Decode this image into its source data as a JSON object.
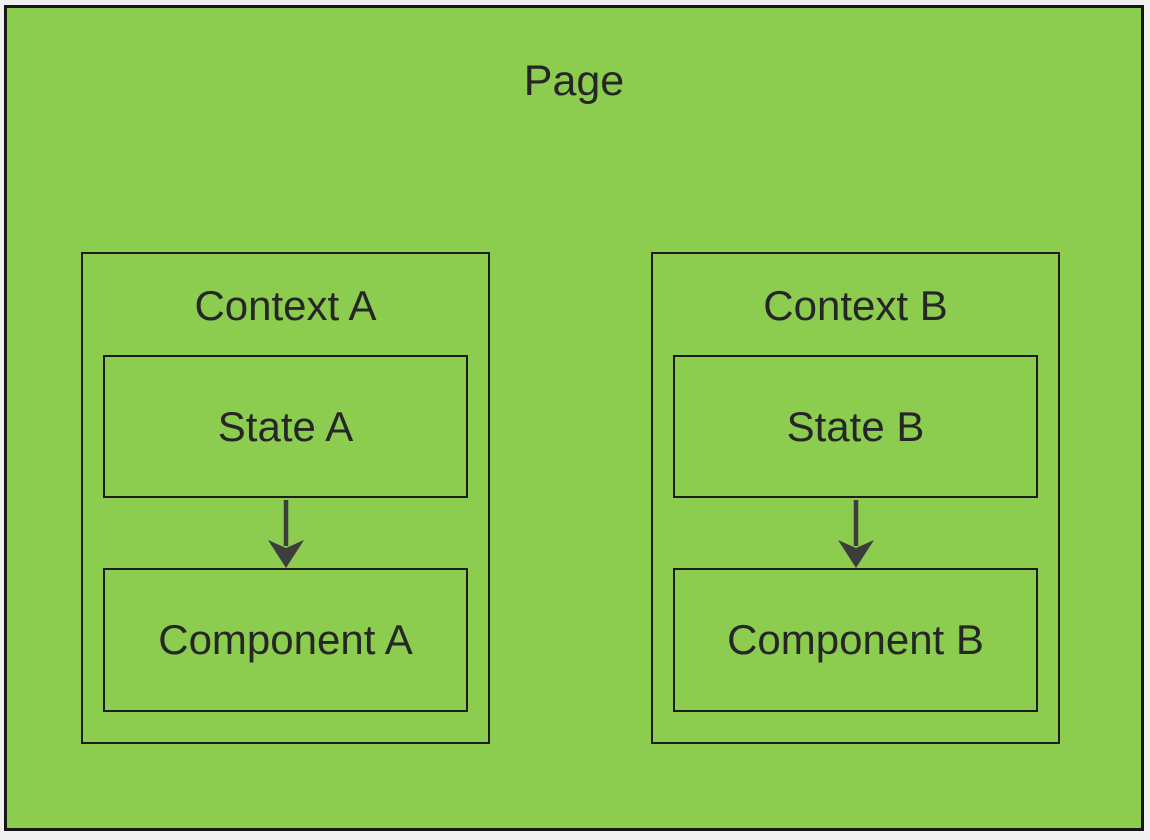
{
  "title": {
    "label": "Page"
  },
  "contexts": [
    {
      "label": "Context A",
      "state_label": "State A",
      "component_label": "Component A"
    },
    {
      "label": "Context B",
      "state_label": "State B",
      "component_label": "Component B"
    }
  ],
  "icons": {
    "arrow": "down-arrow"
  },
  "colors": {
    "outer_background": "#f0f0f0",
    "canvas_fill": "#8ccd4f",
    "canvas_border": "#161616",
    "box_border": "#1c1c1c",
    "text": "#262626",
    "arrow": "#3d3d3d"
  }
}
